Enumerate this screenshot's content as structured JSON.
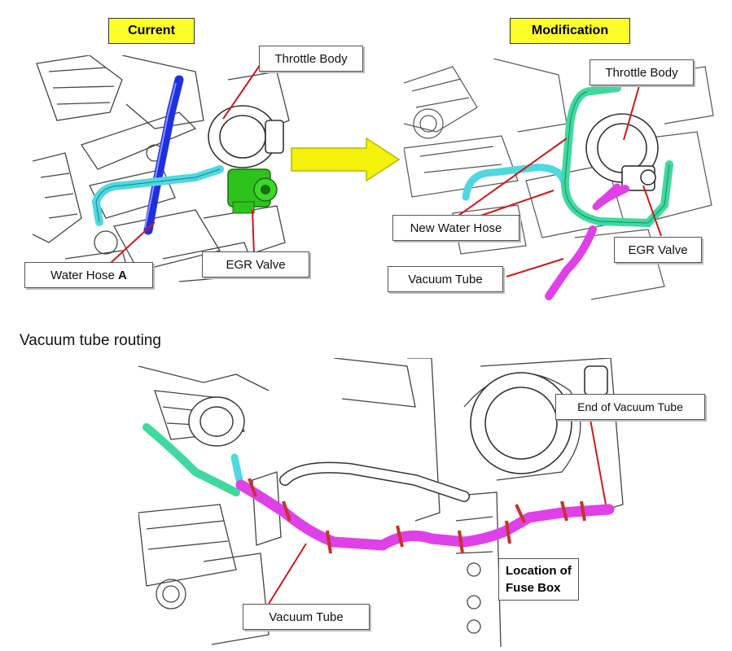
{
  "top": {
    "current_label": "Current",
    "modification_label": "Modification",
    "current_callouts": {
      "throttle_body": "Throttle Body",
      "water_hose_prefix": "Water Hose ",
      "water_hose_suffix": "A",
      "egr_valve": "EGR Valve"
    },
    "modification_callouts": {
      "throttle_body": "Throttle Body",
      "new_water_hose": "New Water Hose",
      "egr_valve": "EGR Valve",
      "vacuum_tube": "Vacuum Tube"
    }
  },
  "bottom": {
    "title": "Vacuum tube routing",
    "end_of_vacuum_tube": "End of Vacuum Tube",
    "vacuum_tube": "Vacuum Tube",
    "fuse_box_line1": "Location of",
    "fuse_box_line2": "Fuse Box"
  },
  "colors": {
    "header_yellow": "#fdfd2a",
    "arrow_yellow": "#f2f20a",
    "water_hose_blue": "#1f2fe0",
    "water_hose_cyan": "#4fd8e0",
    "egr_green": "#2ec21c",
    "new_hose_green": "#3fd9a0",
    "vacuum_magenta": "#e040e8",
    "clamp_red": "#c8322a",
    "leader_red": "#d01818"
  }
}
